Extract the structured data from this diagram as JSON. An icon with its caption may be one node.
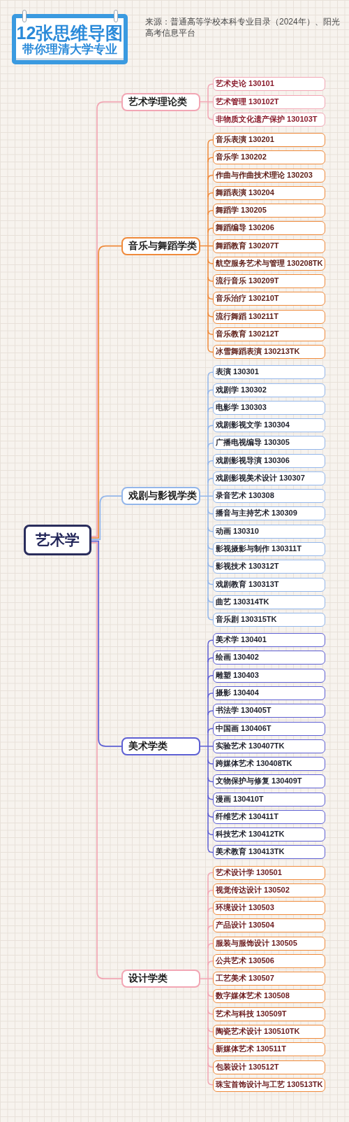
{
  "diagram": {
    "title": "12张思维导图",
    "nodes": [
      {
        "text": [
          "艺术学"
        ]
      },
      {
        "text": [
          "艺术学理论类"
        ]
      },
      {
        "text": [
          "艺术史论 130101"
        ]
      },
      {
        "text": [
          "艺术管理 130102T"
        ]
      },
      {
        "text": [
          "非物质文化遗产保护 130103T"
        ]
      },
      {
        "text": [
          "音乐与舞蹈学类"
        ]
      },
      {
        "text": [
          "音乐表演 130201"
        ]
      },
      {
        "text": [
          "音乐学 130202"
        ]
      },
      {
        "text": [
          "作曲与作曲技术理论 130203"
        ]
      },
      {
        "text": [
          "舞蹈表演 130204"
        ]
      },
      {
        "text": [
          "舞蹈学 130205"
        ]
      },
      {
        "text": [
          "舞蹈编导 130206"
        ]
      },
      {
        "text": [
          "舞蹈教育 130207T"
        ]
      },
      {
        "text": [
          "航空服务艺术与管理 130208TK"
        ]
      },
      {
        "text": [
          "流行音乐 130209T"
        ]
      },
      {
        "text": [
          "音乐治疗 130210T"
        ]
      },
      {
        "text": [
          "流行舞蹈 130211T"
        ]
      },
      {
        "text": [
          "音乐教育 130212T"
        ]
      },
      {
        "text": [
          "冰雪舞蹈表演 130213TK"
        ]
      },
      {
        "text": [
          "戏剧与影视学类"
        ]
      },
      {
        "text": [
          "表演 130301"
        ]
      },
      {
        "text": [
          "戏剧学 130302"
        ]
      },
      {
        "text": [
          "电影学 130303"
        ]
      },
      {
        "text": [
          "戏剧影视文学 130304"
        ]
      },
      {
        "text": [
          "广播电视编导 130305"
        ]
      },
      {
        "text": [
          "戏剧影视导演 130306"
        ]
      },
      {
        "text": [
          "戏剧影视美术设计 130307"
        ]
      },
      {
        "text": [
          "录音艺术 130308"
        ]
      },
      {
        "text": [
          "播音与主持艺术 130309"
        ]
      },
      {
        "text": [
          "动画 130310"
        ]
      },
      {
        "text": [
          "影视摄影与制作 130311T"
        ]
      },
      {
        "text": [
          "影视技术 130312T"
        ]
      },
      {
        "text": [
          "戏剧教育 130313T"
        ]
      },
      {
        "text": [
          "曲艺 130314TK"
        ]
      },
      {
        "text": [
          "音乐剧 130315TK"
        ]
      },
      {
        "text": [
          "美术学类"
        ]
      },
      {
        "text": [
          "美术学 130401"
        ]
      },
      {
        "text": [
          "绘画 130402"
        ]
      },
      {
        "text": [
          "雕塑 130403"
        ]
      },
      {
        "text": [
          "摄影 130404"
        ]
      },
      {
        "text": [
          "书法学 130405T"
        ]
      },
      {
        "text": [
          "中国画 130406T"
        ]
      },
      {
        "text": [
          "实验艺术 130407TK"
        ]
      },
      {
        "text": [
          "跨媒体艺术 130408TK"
        ]
      },
      {
        "text": [
          "文物保护与修复 130409T"
        ]
      },
      {
        "text": [
          "漫画 130410T"
        ]
      },
      {
        "text": [
          "纤维艺术 130411T"
        ]
      },
      {
        "text": [
          "科技艺术 130412TK"
        ]
      },
      {
        "text": [
          "美术教育 130413TK"
        ]
      },
      {
        "text": [
          "设计学类"
        ]
      },
      {
        "text": [
          "艺术设计学 130501"
        ]
      },
      {
        "text": [
          "视觉传达设计 130502"
        ]
      },
      {
        "text": [
          "环境设计 130503"
        ]
      },
      {
        "text": [
          "产品设计 130504"
        ]
      },
      {
        "text": [
          "服装与服饰设计 130505"
        ]
      },
      {
        "text": [
          "公共艺术 130506"
        ]
      },
      {
        "text": [
          "工艺美术 130507"
        ]
      },
      {
        "text": [
          "数字媒体艺术 130508"
        ]
      },
      {
        "text": [
          "艺术与科技 130509T"
        ]
      },
      {
        "text": [
          "陶瓷艺术设计 130510TK"
        ]
      },
      {
        "text": [
          "新媒体艺术 130511T"
        ]
      },
      {
        "text": [
          "包装设计 130512T"
        ]
      },
      {
        "text": [
          "珠宝首饰设计与工艺 130513TK"
        ]
      }
    ],
    "edges": [
      {
        "from": 0,
        "to": 1,
        "arrow": "none"
      },
      {
        "from": 1,
        "to": 2,
        "arrow": "none"
      },
      {
        "from": 1,
        "to": 3,
        "arrow": "none"
      },
      {
        "from": 1,
        "to": 4,
        "arrow": "none"
      },
      {
        "from": 0,
        "to": 5,
        "arrow": "none",
        "color": "#ef8a3b"
      },
      {
        "from": 5,
        "to": 6,
        "arrow": "none",
        "color": "#ef8a3b"
      },
      {
        "from": 5,
        "to": 7,
        "arrow": "none",
        "color": "#ef8a3b"
      },
      {
        "from": 5,
        "to": 8,
        "arrow": "none",
        "color": "#ef8a3b"
      },
      {
        "from": 5,
        "to": 9,
        "arrow": "none",
        "color": "#ef8a3b"
      },
      {
        "from": 5,
        "to": 10,
        "arrow": "none",
        "color": "#ef8a3b"
      },
      {
        "from": 5,
        "to": 11,
        "arrow": "none",
        "color": "#ef8a3b"
      },
      {
        "from": 5,
        "to": 12,
        "arrow": "none",
        "color": "#ef8a3b"
      },
      {
        "from": 5,
        "to": 13,
        "arrow": "none",
        "color": "#ef8a3b"
      },
      {
        "from": 5,
        "to": 14,
        "arrow": "none",
        "color": "#ef8a3b"
      },
      {
        "from": 5,
        "to": 15,
        "arrow": "none",
        "color": "#ef8a3b"
      },
      {
        "from": 5,
        "to": 16,
        "arrow": "none",
        "color": "#ef8a3b"
      },
      {
        "from": 5,
        "to": 17,
        "arrow": "none",
        "color": "#ef8a3b"
      },
      {
        "from": 5,
        "to": 18,
        "arrow": "none",
        "color": "#ef8a3b"
      },
      {
        "from": 0,
        "to": 19,
        "arrow": "none",
        "color": "#93b6ea"
      },
      {
        "from": 19,
        "to": 20,
        "arrow": "none",
        "color": "#93b6ea"
      },
      {
        "from": 19,
        "to": 21,
        "arrow": "none",
        "color": "#93b6ea"
      },
      {
        "from": 19,
        "to": 22,
        "arrow": "none",
        "color": "#93b6ea"
      },
      {
        "from": 19,
        "to": 23,
        "arrow": "none",
        "color": "#93b6ea"
      },
      {
        "from": 19,
        "to": 24,
        "arrow": "none",
        "color": "#93b6ea"
      },
      {
        "from": 19,
        "to": 25,
        "arrow": "none",
        "color": "#93b6ea"
      },
      {
        "from": 19,
        "to": 26,
        "arrow": "none",
        "color": "#93b6ea"
      },
      {
        "from": 19,
        "to": 27,
        "arrow": "none",
        "color": "#93b6ea"
      },
      {
        "from": 19,
        "to": 28,
        "arrow": "none",
        "color": "#93b6ea"
      },
      {
        "from": 19,
        "to": 29,
        "arrow": "none",
        "color": "#93b6ea"
      },
      {
        "from": 19,
        "to": 30,
        "arrow": "none",
        "color": "#93b6ea"
      },
      {
        "from": 19,
        "to": 31,
        "arrow": "none",
        "color": "#93b6ea"
      },
      {
        "from": 19,
        "to": 32,
        "arrow": "none",
        "color": "#93b6ea"
      },
      {
        "from": 19,
        "to": 33,
        "arrow": "none",
        "color": "#93b6ea"
      },
      {
        "from": 19,
        "to": 34,
        "arrow": "none",
        "color": "#93b6ea"
      },
      {
        "from": 0,
        "to": 35,
        "arrow": "none",
        "color": "#5d5fd3"
      },
      {
        "from": 35,
        "to": 36,
        "arrow": "none",
        "color": "#5d5fd3"
      },
      {
        "from": 35,
        "to": 37,
        "arrow": "none",
        "color": "#5d5fd3"
      },
      {
        "from": 35,
        "to": 38,
        "arrow": "none",
        "color": "#5d5fd3"
      },
      {
        "from": 35,
        "to": 39,
        "arrow": "none",
        "color": "#5d5fd3"
      },
      {
        "from": 35,
        "to": 40,
        "arrow": "none",
        "color": "#5d5fd3"
      },
      {
        "from": 35,
        "to": 41,
        "arrow": "none",
        "color": "#5d5fd3"
      },
      {
        "from": 35,
        "to": 42,
        "arrow": "none",
        "color": "#5d5fd3"
      },
      {
        "from": 35,
        "to": 43,
        "arrow": "none",
        "color": "#5d5fd3"
      },
      {
        "from": 35,
        "to": 44,
        "arrow": "none",
        "color": "#5d5fd3"
      },
      {
        "from": 35,
        "to": 45,
        "arrow": "none",
        "color": "#5d5fd3"
      },
      {
        "from": 35,
        "to": 46,
        "arrow": "none",
        "color": "#5d5fd3"
      },
      {
        "from": 35,
        "to": 47,
        "arrow": "none",
        "color": "#5d5fd3"
      },
      {
        "from": 35,
        "to": 48,
        "arrow": "none",
        "color": "#5d5fd3"
      },
      {
        "from": 0,
        "to": 49,
        "arrow": "none"
      },
      {
        "from": 49,
        "to": 50,
        "arrow": "none"
      },
      {
        "from": 49,
        "to": 51,
        "arrow": "none"
      },
      {
        "from": 49,
        "to": 52,
        "arrow": "none"
      },
      {
        "from": 49,
        "to": 53,
        "arrow": "none"
      },
      {
        "from": 49,
        "to": 54,
        "arrow": "none"
      },
      {
        "from": 49,
        "to": 55,
        "arrow": "none"
      },
      {
        "from": 49,
        "to": 56,
        "arrow": "none"
      },
      {
        "from": 49,
        "to": 57,
        "arrow": "none"
      },
      {
        "from": 49,
        "to": 58,
        "arrow": "none"
      },
      {
        "from": 49,
        "to": 59,
        "arrow": "none"
      },
      {
        "from": 49,
        "to": 60,
        "arrow": "none"
      },
      {
        "from": 49,
        "to": 61,
        "arrow": "none"
      },
      {
        "from": 49,
        "to": 62,
        "arrow": "none"
      }
    ],
    "labels": [
      "带你理清大学专业",
      "来源：普通高等学校本科专业目录（2024年）、阳光高考信息平台"
    ]
  }
}
